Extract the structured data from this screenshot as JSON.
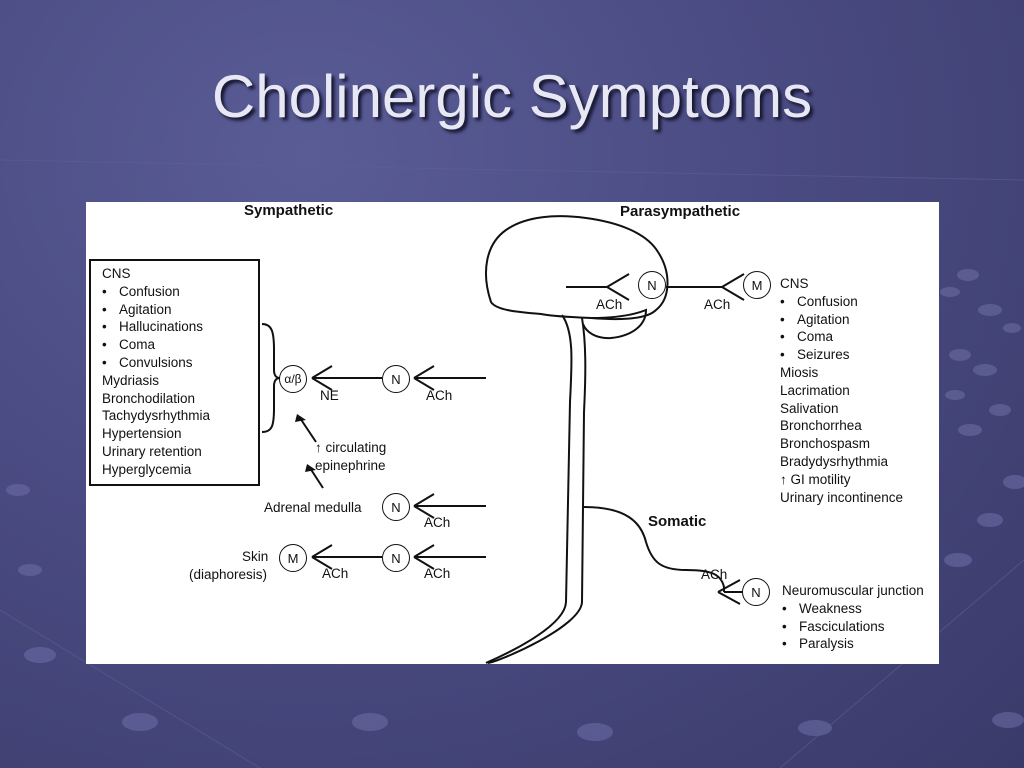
{
  "slide": {
    "title": "Cholinergic Symptoms"
  },
  "diagram": {
    "sympathetic_header": "Sympathetic",
    "parasympathetic_header": "Parasympathetic",
    "somatic_header": "Somatic",
    "sympathetic_effects": {
      "cns_label": "CNS",
      "cns_items": [
        "Confusion",
        "Agitation",
        "Hallucinations",
        "Coma",
        "Convulsions"
      ],
      "other_items": [
        "Mydriasis",
        "Bronchodilation",
        "Tachydysrhythmia",
        "Hypertension",
        "Urinary retention",
        "Hyperglycemia"
      ]
    },
    "parasympathetic_effects": {
      "cns_label": "CNS",
      "cns_items": [
        "Confusion",
        "Agitation",
        "Coma",
        "Seizures"
      ],
      "other_items": [
        "Miosis",
        "Lacrimation",
        "Salivation",
        "Bronchorrhea",
        "Bronchospasm",
        "Bradydysrhythmia",
        "↑ GI motility",
        "Urinary incontinence"
      ]
    },
    "somatic_effects": {
      "label": "Neuromuscular junction",
      "items": [
        "Weakness",
        "Fasciculations",
        "Paralysis"
      ]
    },
    "receptors": {
      "alpha_beta": "α/β",
      "nicotinic": "N",
      "muscarinic": "M"
    },
    "neurotransmitters": {
      "ne": "NE",
      "ach": "ACh"
    },
    "annotations": {
      "circulating_line1": "↑ circulating",
      "circulating_line2": "epinephrine",
      "adrenal_medulla": "Adrenal medulla",
      "skin_line1": "Skin",
      "skin_line2": "(diaphoresis)"
    }
  },
  "colors": {
    "background": "#4a4b82",
    "title_text": "#e8e8f4",
    "panel": "#ffffff",
    "ink": "#111111"
  }
}
